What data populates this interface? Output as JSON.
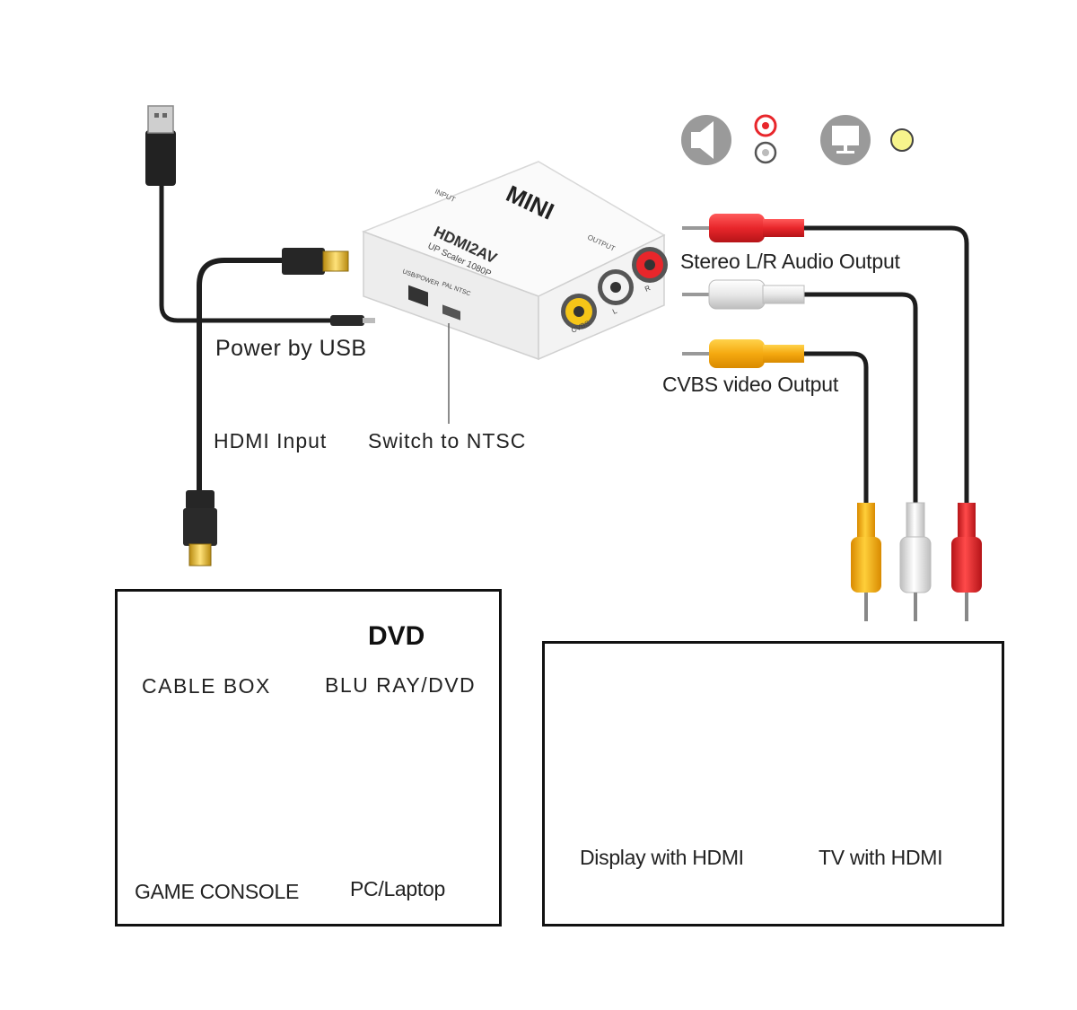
{
  "adapter": {
    "brand": "MINI",
    "model": "HDMI2AV",
    "subtitle": "UP Scaler 1080P",
    "input_port": "INPUT",
    "output_port": "OUTPUT",
    "side_label": "USB/POWER",
    "switch_label": "PAL NTSC",
    "jack_labels": [
      "CVBS",
      "L",
      "R"
    ]
  },
  "labels": {
    "power": "Power by USB",
    "hdmi_input": "HDMI Input",
    "switch": "Switch to NTSC",
    "audio_output": "Stereo L/R Audio Output",
    "video_output": "CVBS video Output"
  },
  "sources": {
    "cable_box": "CABLE BOX",
    "dvd_logo": "DVD",
    "bluray": "BLU RAY/DVD",
    "game_console": "GAME CONSOLE",
    "pc": "PC/Laptop"
  },
  "displays": {
    "monitor": "Display with HDMI",
    "tv": "TV with HDMI"
  },
  "colors": {
    "rca_red": "#e8262b",
    "rca_white": "#e6e6e6",
    "rca_yellow": "#f5b21a",
    "cable": "#1e1e1e",
    "adapter_body": "#f4f4f4"
  },
  "icons": [
    "speaker-icon",
    "red-rca-icon",
    "white-rca-icon",
    "monitor-icon",
    "yellow-rca-icon"
  ]
}
